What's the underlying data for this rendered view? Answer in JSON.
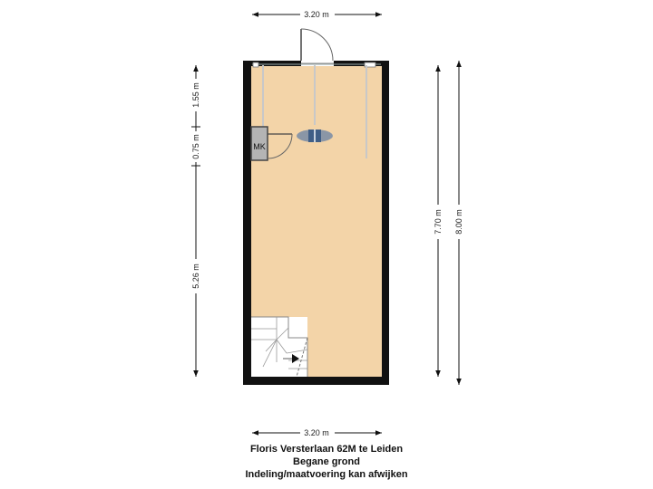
{
  "dimensions": {
    "top_width": "3.20 m",
    "bottom_width": "3.20 m",
    "left_segment_1": "1.55 m",
    "left_segment_2": "0.75 m",
    "left_segment_3": "5.26 m",
    "right_inner_height": "7.70 m",
    "right_outer_height": "8.00 m"
  },
  "rooms": {
    "meter_cupboard_label": "MK"
  },
  "footer": {
    "address": "Floris Versterlaan 62M te Leiden",
    "floor": "Begane grond",
    "disclaimer": "Indeling/maatvoering kan afwijken"
  },
  "colors": {
    "floor": "#f3d4a8",
    "wall": "#111111",
    "light_fixture": "#7f8fa3"
  }
}
